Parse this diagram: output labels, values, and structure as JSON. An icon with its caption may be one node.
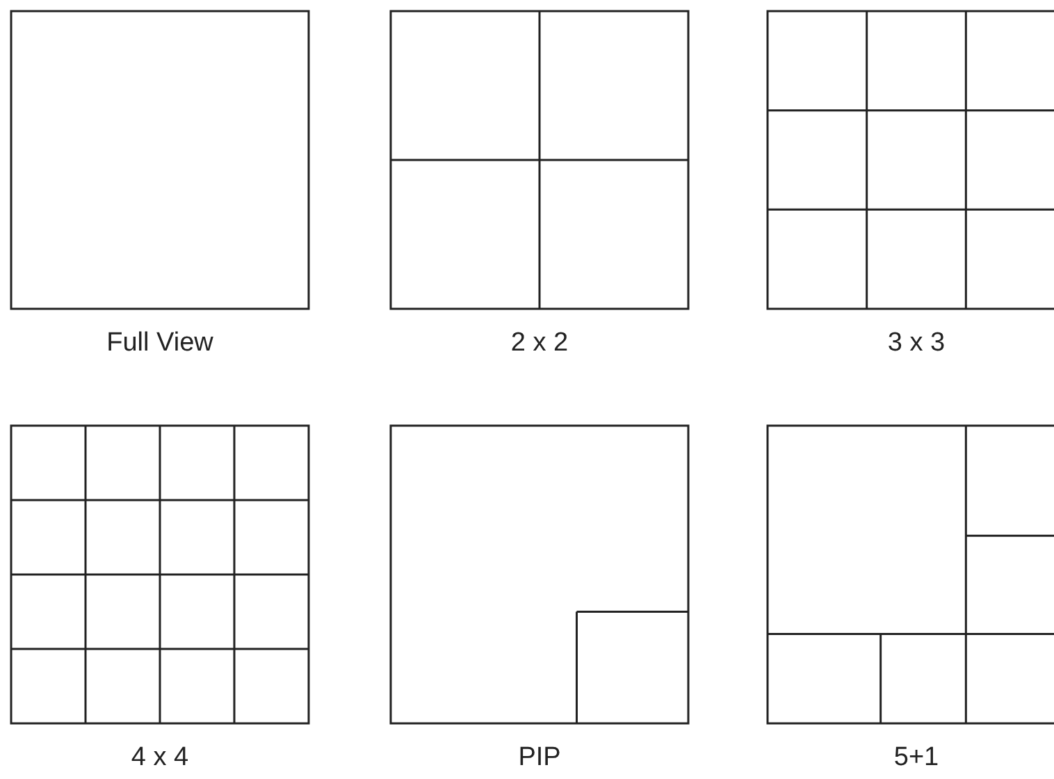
{
  "diagram": {
    "labels": [
      "Full View",
      "2 x 2",
      "3 x 3",
      "4 x 4",
      "PIP",
      "5+1"
    ]
  }
}
